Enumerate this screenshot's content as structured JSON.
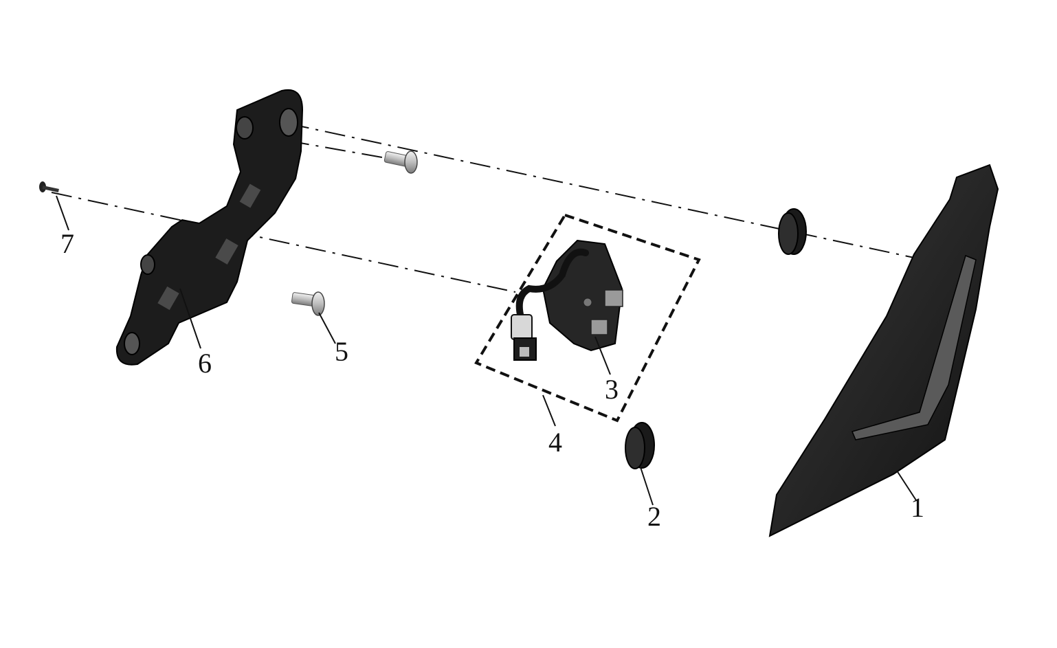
{
  "diagram": {
    "type": "exploded-parts-view",
    "callouts": [
      {
        "id": "1",
        "label": "1"
      },
      {
        "id": "2",
        "label": "2"
      },
      {
        "id": "3",
        "label": "3"
      },
      {
        "id": "4",
        "label": "4"
      },
      {
        "id": "5",
        "label": "5"
      },
      {
        "id": "6",
        "label": "6"
      },
      {
        "id": "7",
        "label": "7"
      }
    ]
  },
  "colors": {
    "background": "#ffffff",
    "part_dark": "#1a1a1a",
    "part_mid": "#2e2e2e",
    "part_light": "#9a9a9a",
    "line": "#111111"
  }
}
